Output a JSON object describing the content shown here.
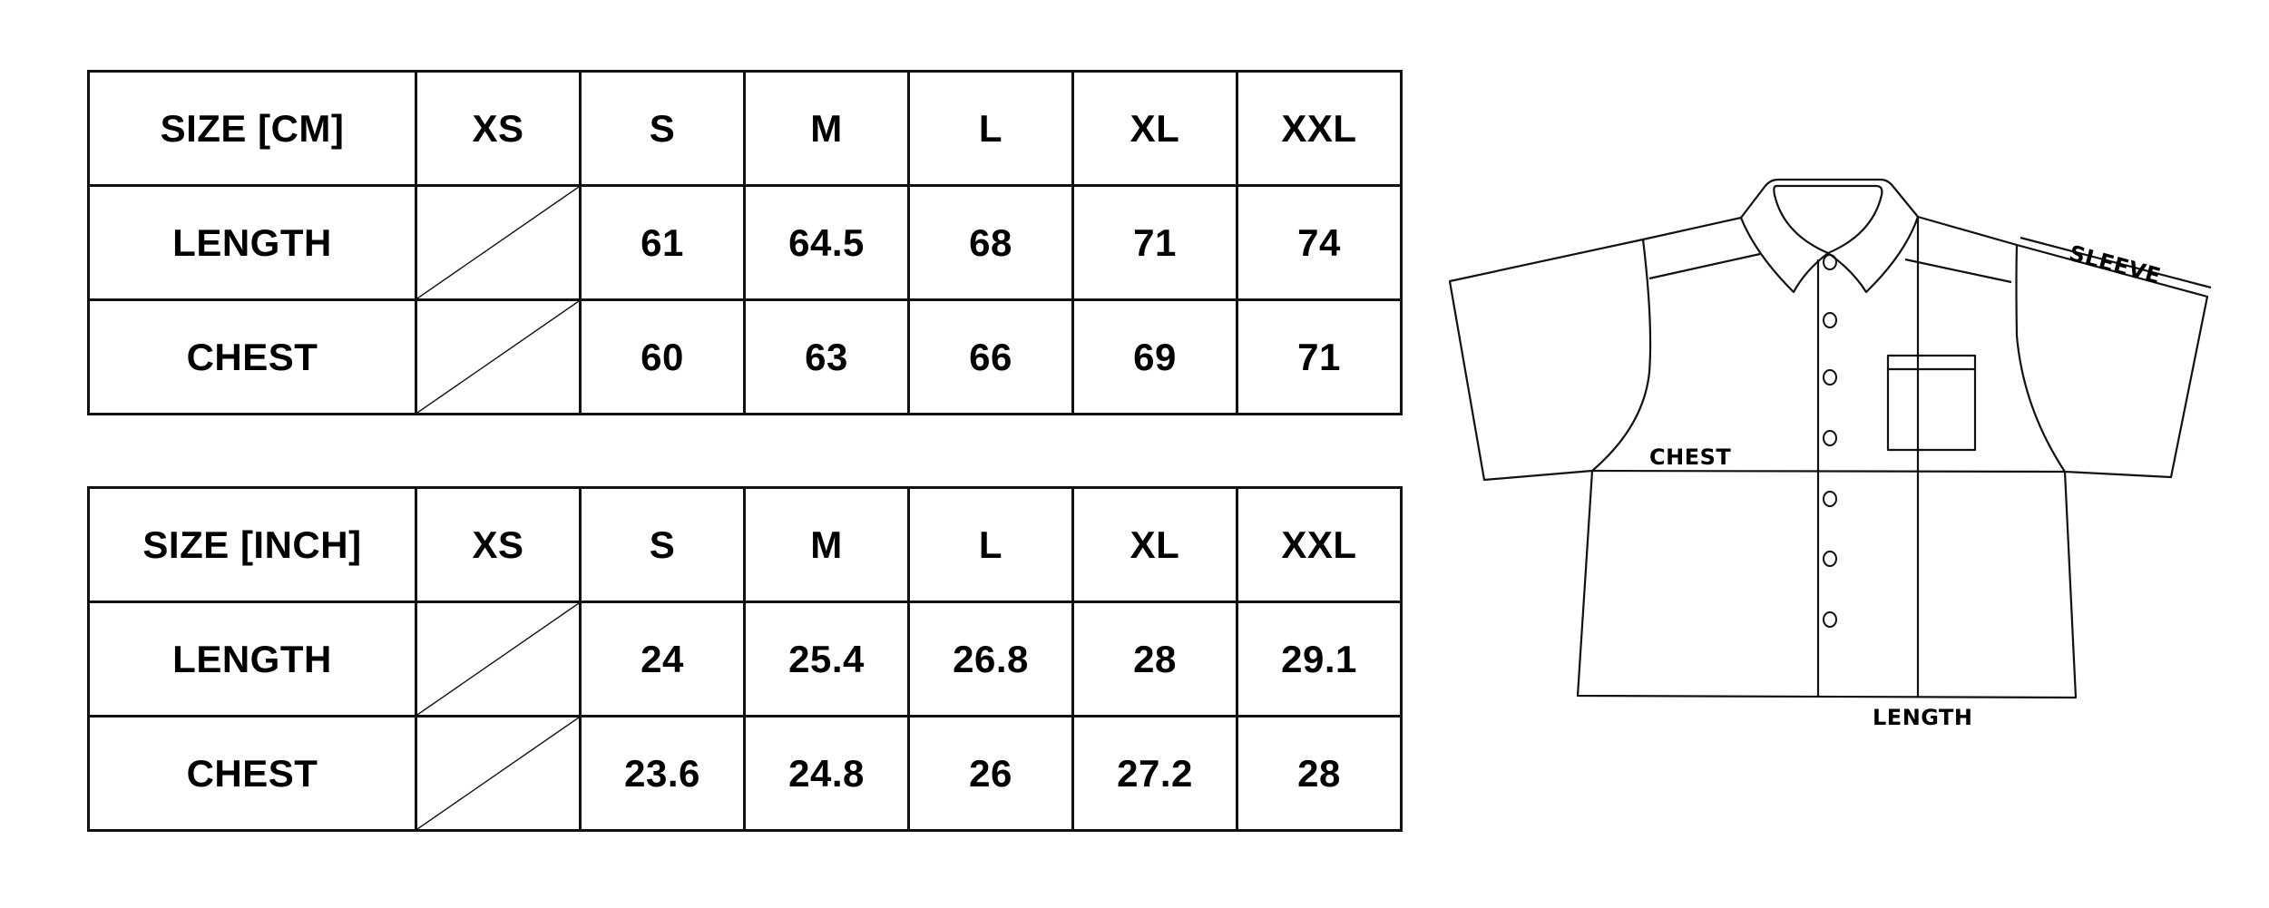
{
  "tables": [
    {
      "id": "cm",
      "header": [
        "SIZE [CM]",
        "XS",
        "S",
        "M",
        "L",
        "XL",
        "XXL"
      ],
      "rows": [
        {
          "label": "LENGTH",
          "values": [
            "",
            "61",
            "64.5",
            "68",
            "71",
            "74"
          ]
        },
        {
          "label": "CHEST",
          "values": [
            "",
            "60",
            "63",
            "66",
            "69",
            "71"
          ]
        }
      ]
    },
    {
      "id": "inch",
      "header": [
        "SIZE [INCH]",
        "XS",
        "S",
        "M",
        "L",
        "XL",
        "XXL"
      ],
      "rows": [
        {
          "label": "LENGTH",
          "values": [
            "",
            "24",
            "25.4",
            "26.8",
            "28",
            "29.1"
          ]
        },
        {
          "label": "CHEST",
          "values": [
            "",
            "23.6",
            "24.8",
            "26",
            "27.2",
            "28"
          ]
        }
      ]
    }
  ],
  "diagram": {
    "subject": "short-sleeve button-up shirt",
    "labels": {
      "sleeve": "SLEEVE",
      "chest": "CHEST",
      "length": "LENGTH"
    },
    "buttons_count": 7
  },
  "colors": {
    "line": "#111111",
    "background": "#ffffff"
  }
}
